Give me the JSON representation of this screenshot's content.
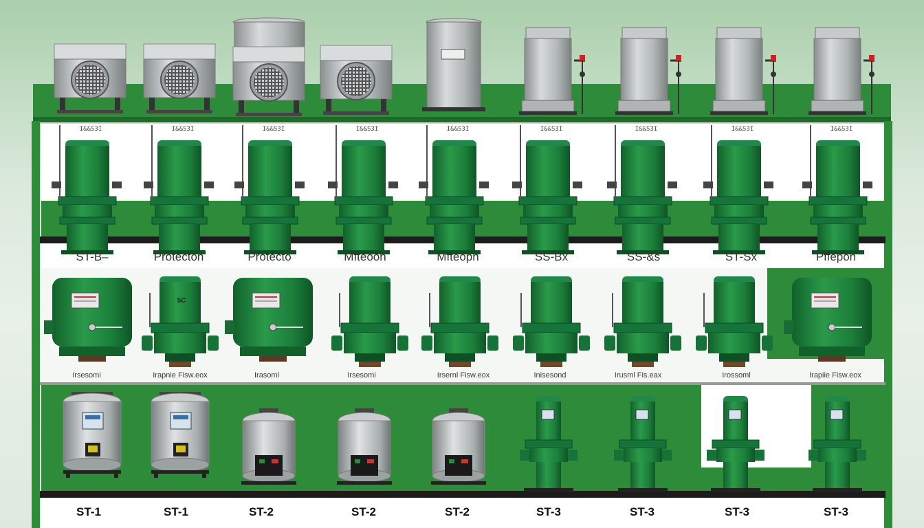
{
  "row1_labels": [
    "ST-B–",
    "Protecton",
    "Protecto",
    "Mfteoon",
    "Mfteopn",
    "SS-Bx",
    "SS-&s",
    "ST-Sx",
    "Pffepon"
  ],
  "row1_tags": [
    "I&&S3I",
    "I&&S3I",
    "I&&S3I",
    "I&&S3I",
    "I&&S3I",
    "I&&S3I",
    "I&&S3I",
    "I&&S3I",
    "I&&S3I"
  ],
  "row2_labels": [
    "Irsesomi",
    "Irapnie Fisw.eox",
    "Irasoml",
    "Irsesomi",
    "Irsernl Fisw.eox",
    "Inisesond",
    "Irusml Fis.eax",
    "Irossoml",
    "Irapiie Fisw.eox"
  ],
  "row2_plate": "5C",
  "row3_labels": [
    "ST-1",
    "ST-1",
    "ST-2",
    "ST-2",
    "ST-2",
    "ST-3",
    "ST-3",
    "ST-3",
    "ST-3"
  ],
  "colors": {
    "frame_green": "#2e8b3a",
    "tank_green": "#1f7d3a",
    "steel": "#b8bcbc",
    "shelf_dark": "#1c1c1c"
  }
}
